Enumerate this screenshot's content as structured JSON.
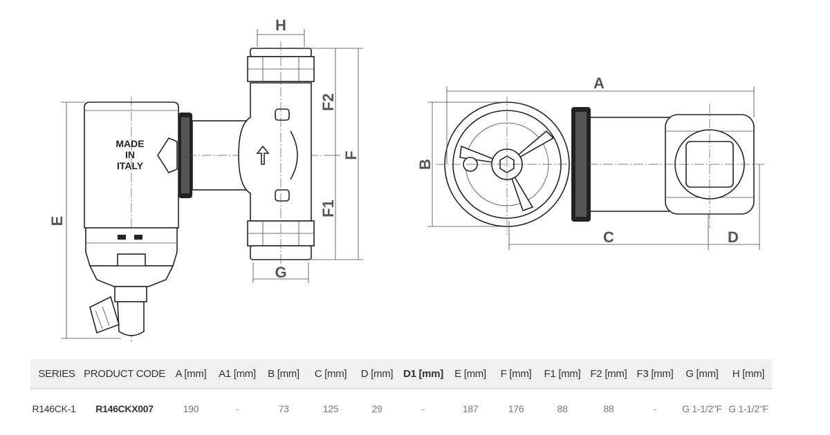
{
  "drawing": {
    "stamp": [
      "MADE",
      "IN",
      "ITALY"
    ],
    "side_view_labels": {
      "H": "H",
      "F2": "F2",
      "F": "F",
      "F1": "F1",
      "G": "G",
      "E": "E"
    },
    "end_view_labels": {
      "A": "A",
      "B": "B",
      "C": "C",
      "D": "D"
    }
  },
  "table": {
    "headers": [
      "SERIES",
      "PRODUCT CODE",
      "A [mm]",
      "A1 [mm]",
      "B [mm]",
      "C [mm]",
      "D [mm]",
      "D1 [mm]",
      "E [mm]",
      "F [mm]",
      "F1 [mm]",
      "F2 [mm]",
      "F3 [mm]",
      "G [mm]",
      "H [mm]"
    ],
    "rows": [
      [
        "R146CK-1",
        "R146CKX007",
        "190",
        "-",
        "73",
        "125",
        "29",
        "-",
        "187",
        "176",
        "88",
        "88",
        "-",
        "G 1-1/2\"F",
        "G 1-1/2\"F"
      ]
    ]
  }
}
